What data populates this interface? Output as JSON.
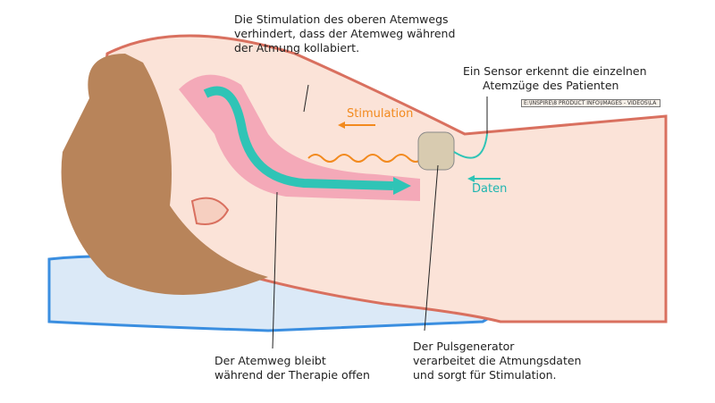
{
  "labels": {
    "stimulation_note": [
      "Die Stimulation des oberen Atemwegs",
      "verhindert, dass der Atemweg während",
      "der Atmung kollabiert."
    ],
    "sensor_note": [
      "Ein Sensor erkennt die einzelnen",
      "Atemzüge des Patienten"
    ],
    "airway_note": [
      "Der Atemweg bleibt",
      "während der Therapie offen"
    ],
    "generator_note": [
      "Der Pulsgenerator",
      "verarbeitet die Atmungsdaten",
      "und sorgt für Stimulation."
    ],
    "stimulation_arrow": "Stimulation",
    "data_arrow": "Daten",
    "file_path": "E:\\INSPIRE\\8 PRODUCT INFO\\IMAGES - VIDEOS\\LA"
  },
  "colors": {
    "skin": "#fbe3d8",
    "hair": "#b8845a",
    "outline": "#d9705f",
    "airway": "#f39ab0",
    "flow": "#2fc4b6",
    "stim": "#f28a1e",
    "pillow": "#3a8ee0"
  }
}
